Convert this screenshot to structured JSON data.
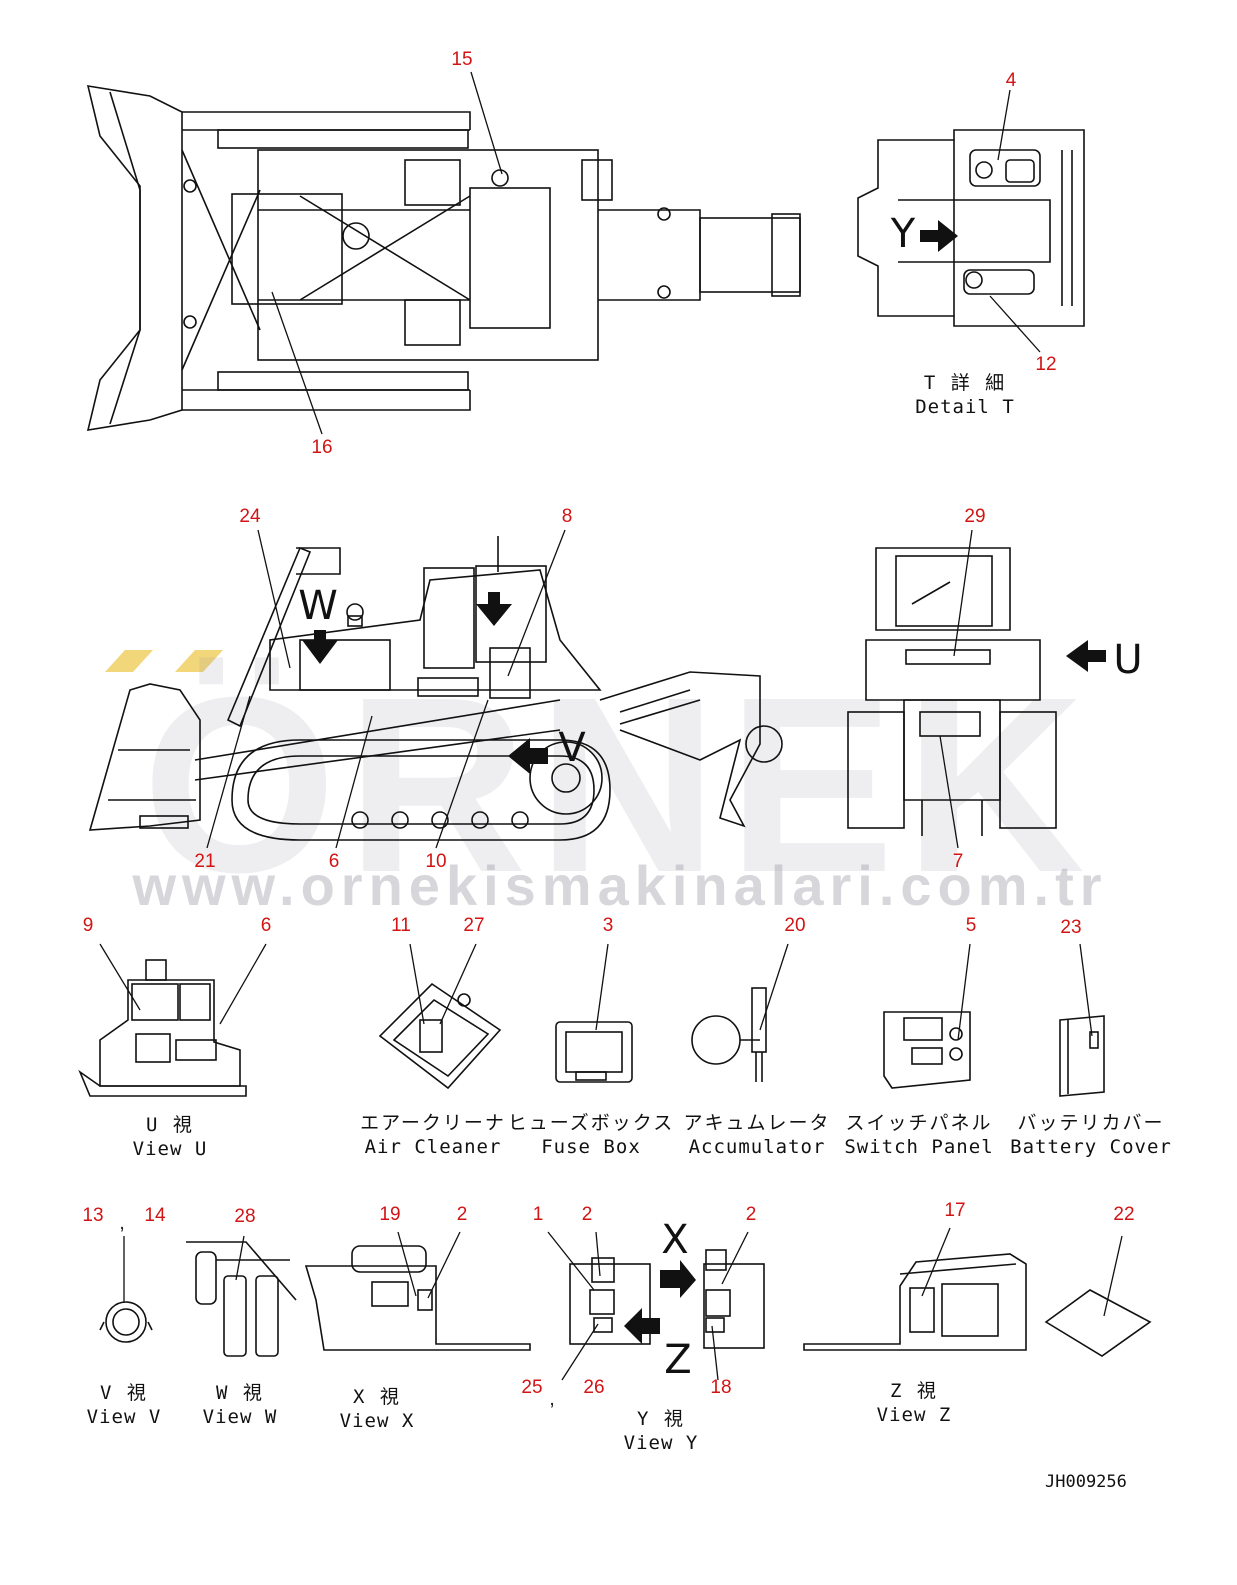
{
  "watermark": {
    "brand": "ÖRNEK",
    "url": "www.ornekismakinalari.com.tr",
    "mark_color": "#f2d67a"
  },
  "callouts": [
    "15",
    "16",
    "4",
    "12",
    "24",
    "8",
    "29",
    "21",
    "6",
    "10",
    "7",
    "9",
    "6",
    "11",
    "27",
    "3",
    "20",
    "5",
    "23",
    "13",
    ",",
    "14",
    "28",
    "19",
    "2",
    "1",
    "2",
    "2",
    "25",
    ",",
    "26",
    "18",
    "17",
    "22"
  ],
  "captions": {
    "detail_t": {
      "jp": "T 詳 細",
      "en": "Detail T"
    },
    "view_u": {
      "jp": "U 視",
      "en": "View U"
    },
    "air_cleaner": {
      "jp": "エアークリーナ",
      "en": "Air Cleaner"
    },
    "fuse_box": {
      "jp": "ヒューズボックス",
      "en": "Fuse Box"
    },
    "accumulator": {
      "jp": "アキュムレータ",
      "en": "Accumulator"
    },
    "switch_panel": {
      "jp": "スイッチパネル",
      "en": "Switch Panel"
    },
    "battery_cover": {
      "jp": "バッテリカバー",
      "en": "Battery Cover"
    },
    "view_v": {
      "jp": "V 視",
      "en": "View V"
    },
    "view_w": {
      "jp": "W 視",
      "en": "View W"
    },
    "view_x": {
      "jp": "X 視",
      "en": "View X"
    },
    "view_y": {
      "jp": "Y 視",
      "en": "View Y"
    },
    "view_z": {
      "jp": "Z 視",
      "en": "View Z"
    }
  },
  "view_letters": {
    "y": "Y",
    "w": "W",
    "t": "T",
    "u": "U",
    "v": "V",
    "x": "X",
    "z": "Z"
  },
  "doc_id": "JH009256",
  "colors": {
    "callout": "#d21414",
    "line": "#111111",
    "arrow": "#111111"
  }
}
